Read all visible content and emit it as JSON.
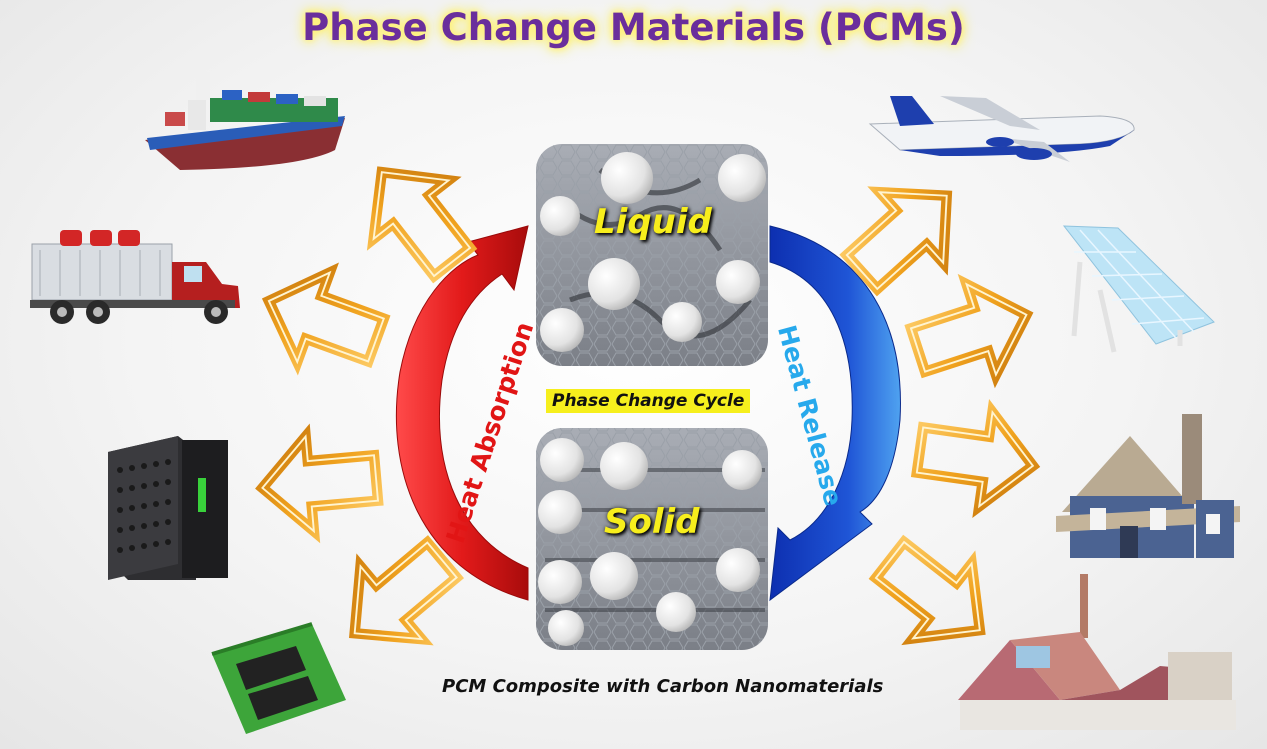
{
  "title": "Phase Change Materials (PCMs)",
  "states": {
    "liquid": "Liquid",
    "solid": "Solid"
  },
  "cycle_label": "Phase Change Cycle",
  "heat_absorption": "Heat Absorption",
  "heat_release": "Heat Release",
  "caption": "PCM Composite with Carbon Nanomaterials",
  "colors": {
    "title": "#6a2e9c",
    "title_glow": "#fff27a",
    "absorption_arrow": "#e11515",
    "release_arrow": "#1f55d6",
    "release_text": "#27a9ec",
    "state_text": "#f7ee1c",
    "outline_arrow": "#f0a21e",
    "cycle_box": "#f6ef1d"
  },
  "applications_left": [
    "cargo-ship-icon",
    "dump-truck-icon",
    "server-tower-icon",
    "circuit-chip-icon"
  ],
  "applications_right": [
    "airplane-icon",
    "solar-panel-icon",
    "house-icon",
    "factory-icon"
  ]
}
